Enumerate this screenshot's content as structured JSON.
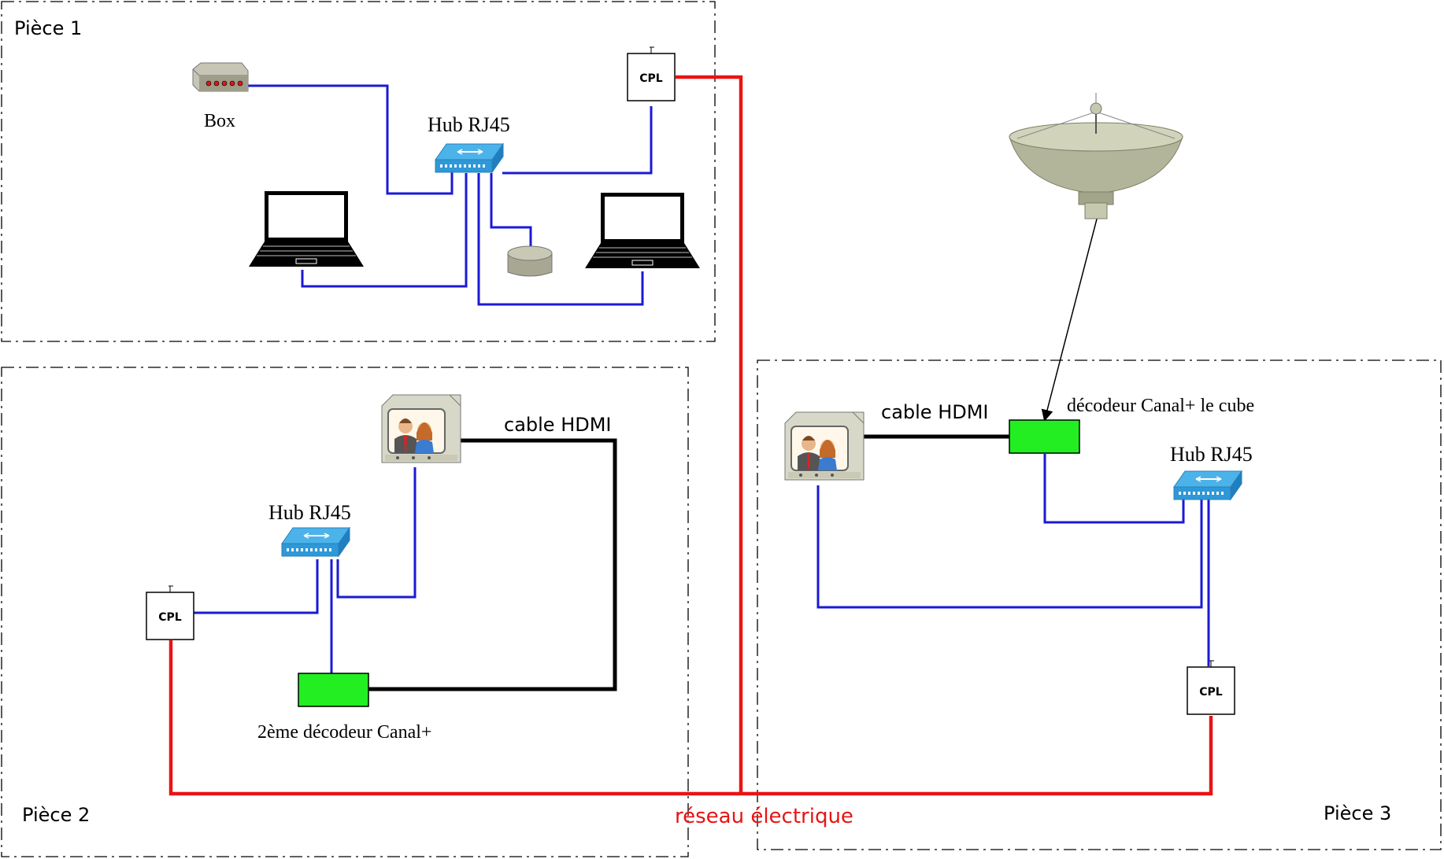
{
  "rooms": {
    "room1": "Pièce 1",
    "room2": "Pièce 2",
    "room3": "Pièce 3"
  },
  "labels": {
    "box": "Box",
    "hub1": "Hub RJ45",
    "hub2": "Hub RJ45",
    "hub3": "Hub RJ45",
    "cpl": "CPL",
    "hdmi2": "cable HDMI",
    "hdmi3": "cable HDMI",
    "decoder2": "2ème décodeur Canal+",
    "decoder3": "décodeur Canal+ le cube",
    "power_network": "réseau électrique"
  },
  "colors": {
    "ethernet": "#1a1ad6",
    "power": "#e81414",
    "hdmi": "#000000",
    "decoder": "#22ee22",
    "hub": "#3aa8e0",
    "dish": "#b3b59a"
  },
  "icons": [
    "router-icon",
    "hub-icon",
    "laptop-icon",
    "storage-icon",
    "cpl-adapter-icon",
    "tv-icon",
    "decoder-icon",
    "satellite-dish-icon"
  ]
}
